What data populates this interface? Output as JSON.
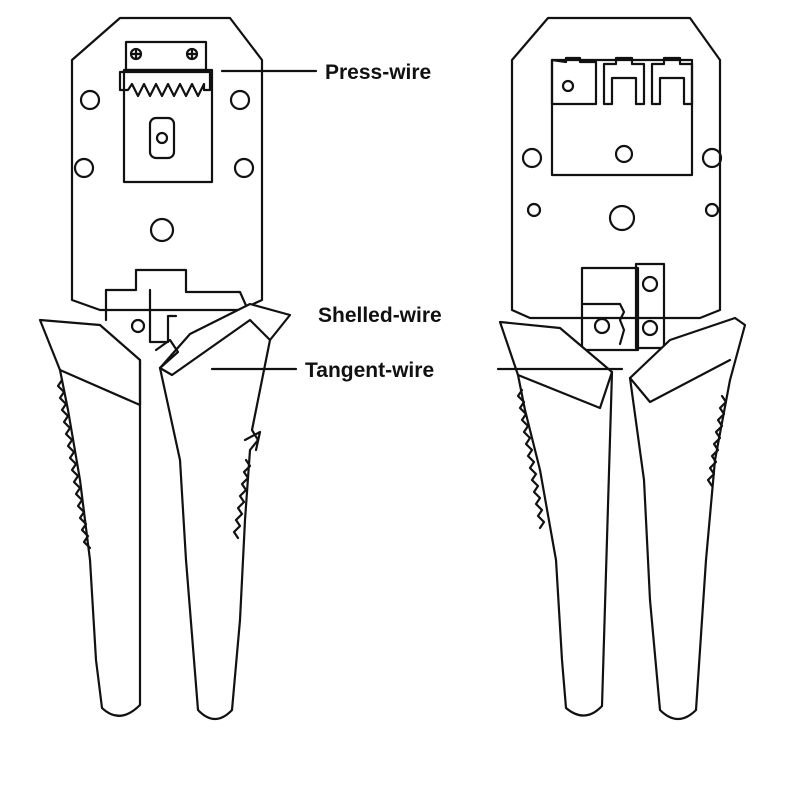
{
  "labels": {
    "press_wire": "Press-wire",
    "shelled_wire": "Shelled-wire",
    "tangent_wire": "Tangent-wire"
  },
  "colors": {
    "stroke": "#111111",
    "background": "#ffffff"
  }
}
